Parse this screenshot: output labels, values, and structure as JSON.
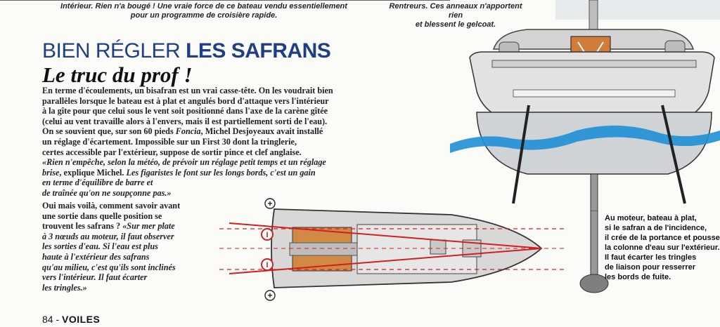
{
  "top_captions": {
    "left_line1": "Intérieur. Rien n'a bougé ! Une vraie force de ce bateau vendu essentiellement",
    "left_line2": "pour un programme de croisière rapide.",
    "right_line1": "Rentreurs. Ces anneaux n'apportent rien",
    "right_line2": "et blessent le gelcoat."
  },
  "title": {
    "light": "BIEN RÉGLER",
    "bold": "LES SAFRANS"
  },
  "subtitle": "Le truc du prof !",
  "article": {
    "lines1": [
      "En terme d'écoulements, un bisafran est un vrai casse-tête. On les voudrait bien",
      "parallèles lorsque le bateau est à plat et angulés bord d'attaque vers l'intérieur",
      "à la gîte pour que celui sous le vent soit positionné dans l'axe de la carène gîtée",
      "(celui au vent travaille alors à l'envers, mais il est partiellement sorti de l'eau).",
      "On se souvient que, sur son 60 pieds ",
      "Foncia",
      ", Michel Desjoyeaux avait installé",
      "un réglage d'écartement. Impossible sur un First 30 dont la tringlerie,",
      "certes accessible par l'extérieur, suppose de sortir pince et clef anglaise.",
      "«Rien n'empêche, selon la météo, de prévoir un réglage petit temps et un réglage",
      "brise",
      ", explique Michel. ",
      "Les figaristes le font sur les longs bords, c'est un gain",
      "en terme d'équilibre de barre et",
      "de traînée qu'on ne soupçonne pas.»"
    ],
    "lines2": [
      "Oui mais voilà, comment savoir avant",
      "une sortie dans quelle position se",
      "trouvent les safrans ? ",
      "«Sur mer plate",
      "à 3 nœuds au moteur, il faut observer",
      "les sorties d'eau. Si l'eau est plus",
      "haute à l'extérieur des safrans",
      "qu'au milieu, c'est qu'ils sont inclinés",
      "vers l'intérieur. Il faut écarter",
      "les tringles.»"
    ]
  },
  "side_caption": [
    "Au moteur, bateau à plat,",
    "si le safran a de l'incidence,",
    "il crée de la portance et pousse",
    "la colonne d'eau sur l'extérieur.",
    "Il faut écarter les tringles",
    "de liaison pour resserrer",
    "les bords de fuite."
  ],
  "diagram": {
    "plus_label": "+",
    "minus_label": "I"
  },
  "footer": {
    "page": "84 -",
    "publication": "VOILES"
  },
  "colors": {
    "title_blue": "#1f3f84",
    "arrow_red": "#d21f1f",
    "water_blue": "#1e8fd6",
    "hull_grey": "#d8d8d8"
  }
}
